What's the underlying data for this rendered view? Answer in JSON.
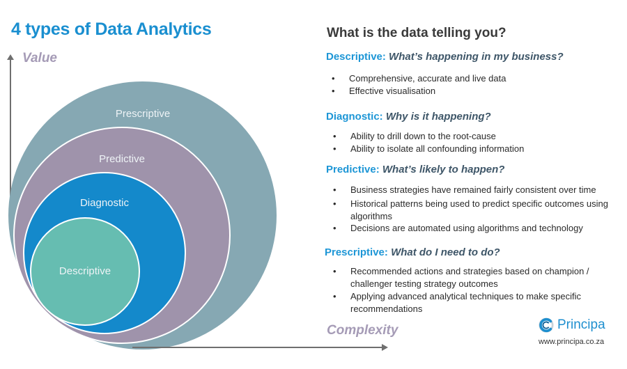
{
  "left": {
    "title": "4 types of Data Analytics",
    "y_axis_label": "Value",
    "x_axis_label": "Complexity",
    "circles": [
      {
        "label": "Prescriptive",
        "color": "#86a8b3"
      },
      {
        "label": "Predictive",
        "color": "#9f93ab"
      },
      {
        "label": "Diagnostic",
        "color": "#1489cb"
      },
      {
        "label": "Descriptive",
        "color": "#66bdb1"
      }
    ]
  },
  "right": {
    "title": "What is the data telling you?",
    "sections": [
      {
        "keyword": "Descriptive:",
        "question": "What’s happening in my business?",
        "bullets": [
          "Comprehensive, accurate and live data",
          "Effective visualisation"
        ]
      },
      {
        "keyword": "Diagnostic:",
        "question": "Why is it happening?",
        "bullets": [
          "Ability to drill down to the root-cause",
          "Ability to isolate all confounding information"
        ]
      },
      {
        "keyword": "Predictive:",
        "question": "What’s likely to happen?",
        "bullets": [
          "Business strategies have remained fairly consistent over time",
          "Historical patterns being used to predict specific outcomes using algorithms",
          "Decisions are automated using algorithms and technology"
        ]
      },
      {
        "keyword": "Prescriptive:",
        "question": "What do I need to do?",
        "bullets": [
          "Recommended actions and strategies based on champion / challenger testing strategy outcomes",
          "Applying advanced analytical techniques to make specific recommendations"
        ]
      }
    ]
  },
  "logo": {
    "name": "Principa",
    "url": "www.principa.co.za",
    "icon": "swirl-logo-icon",
    "color": "#1e8fcf"
  },
  "bullet_glyph": "•"
}
